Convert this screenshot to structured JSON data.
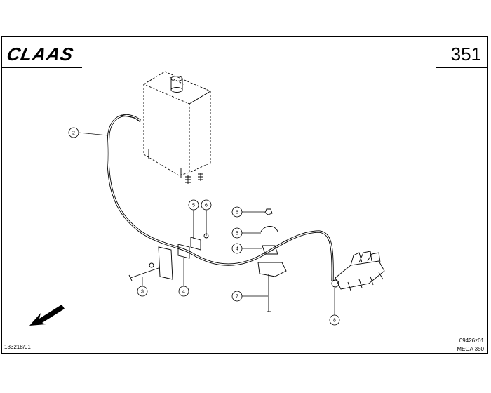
{
  "header": {
    "brand": "CLAAS",
    "page_number": "351"
  },
  "footer": {
    "doc_code": "133218/01",
    "drawing_code": "09426z01",
    "model": "MEGA 350"
  },
  "callouts": [
    {
      "id": "callout-2",
      "label": "2"
    },
    {
      "id": "callout-5a",
      "label": "5"
    },
    {
      "id": "callout-6a",
      "label": "6"
    },
    {
      "id": "callout-6b",
      "label": "6"
    },
    {
      "id": "callout-5b",
      "label": "5"
    },
    {
      "id": "callout-4a",
      "label": "4"
    },
    {
      "id": "callout-3",
      "label": "3"
    },
    {
      "id": "callout-4b",
      "label": "4"
    },
    {
      "id": "callout-7",
      "label": "7"
    },
    {
      "id": "callout-8",
      "label": "8"
    }
  ]
}
